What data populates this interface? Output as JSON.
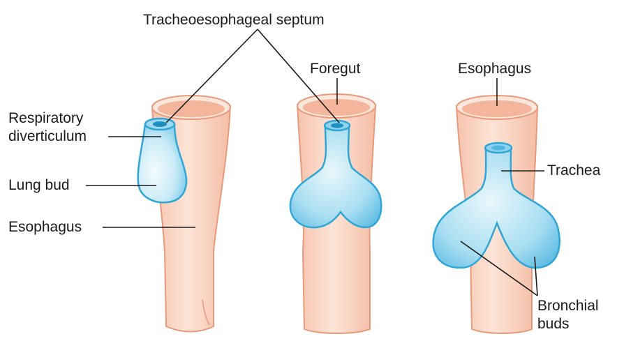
{
  "labels": {
    "septum": "Tracheoesophageal septum",
    "foregut": "Foregut",
    "esophagus_top": "Esophagus",
    "respiratory_line1": "Respiratory",
    "respiratory_line2": "diverticulum",
    "lung_bud": "Lung bud",
    "esophagus_left": "Esophagus",
    "trachea": "Trachea",
    "bronchial_line1": "Bronchial",
    "bronchial_line2": "buds"
  },
  "colors": {
    "tube_fill": "#fbd9c8",
    "tube_edge": "#e89a7c",
    "tube_inner": "#f3b69c",
    "bud_fill": "#bfe6f5",
    "bud_edge": "#2fa6d6",
    "bud_light": "#e6f6fc",
    "leader": "#1a1a1a"
  }
}
